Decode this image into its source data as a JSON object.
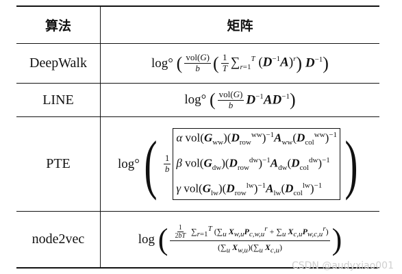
{
  "header": {
    "algorithm": "算法",
    "matrix": "矩阵"
  },
  "rows": [
    {
      "name": "DeepWalk"
    },
    {
      "name": "LINE"
    },
    {
      "name": "PTE"
    },
    {
      "name": "node2vec"
    }
  ],
  "watermark": "CSDN @audyxiao001"
}
